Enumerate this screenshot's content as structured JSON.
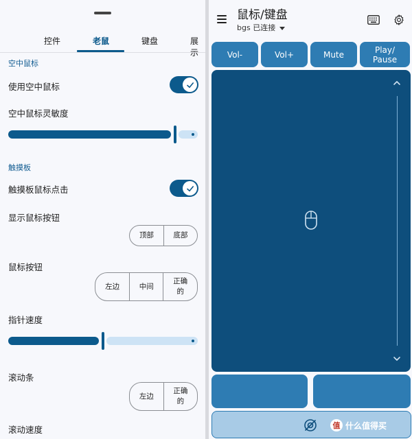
{
  "settings": {
    "tabs": [
      "控件",
      "老鼠",
      "键盘",
      "展示"
    ],
    "active_tab": "老鼠",
    "sections": {
      "air_mouse": "空中鼠标",
      "touchpad": "触摸板"
    },
    "air_mouse_enabled": {
      "label": "使用空中鼠标",
      "on": true
    },
    "air_mouse_sensitivity": {
      "label": "空中鼠标灵敏度",
      "level": 0.88
    },
    "touchpad_click": {
      "label": "触摸板鼠标点击",
      "on": true
    },
    "show_mouse_buttons": {
      "label": "显示鼠标按钮",
      "options": [
        "顶部",
        "底部"
      ]
    },
    "mouse_buttons": {
      "label": "鼠标按钮",
      "options": [
        "左边",
        "中间",
        "正确的"
      ]
    },
    "pointer_speed": {
      "label": "指针速度",
      "level": 0.5
    },
    "scrollbar": {
      "label": "滚动条",
      "options": [
        "左边",
        "正确的"
      ]
    },
    "scroll_speed": {
      "label": "滚动速度"
    }
  },
  "remote": {
    "title": "鼠标/键盘",
    "status": "bgs 已连接",
    "media_buttons": [
      "Vol-",
      "Vol+",
      "Mute",
      "Play/\nPause"
    ],
    "watermark": "什么值得买",
    "watermark_badge": "值"
  },
  "colors": {
    "accent": "#0c5a8c",
    "touchpad": "#0e4e7c",
    "button": "#2e7cb3",
    "track_rest": "#cde3f5"
  }
}
